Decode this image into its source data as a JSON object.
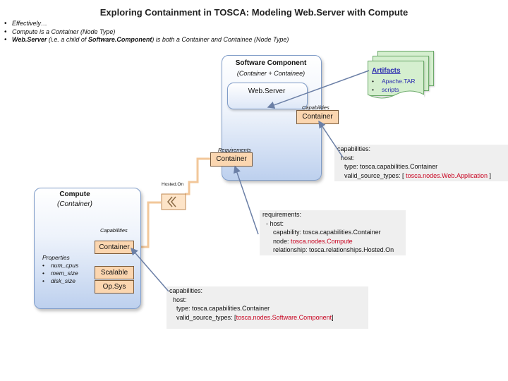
{
  "title": "Exploring Containment in TOSCA: Modeling Web.Server with Compute",
  "bullets": [
    {
      "plain": "Effectively…",
      "bold_italic": "",
      "rest": ""
    },
    {
      "plain": "Compute is a Container (Node Type)",
      "bold_italic": "",
      "rest": ""
    },
    {
      "plain": "",
      "bold_italic": "Web.Server",
      "rest": " (i.e. a child of ",
      "bold_italic2": "Software.Component",
      "rest2": ") is both a Container and Containee (Node Type)"
    }
  ],
  "software_component": {
    "title": "Software Component",
    "subtitle": "(Container + Containee)",
    "child": "Web.Server",
    "capabilities_label": "Capabilities",
    "capability": "Container",
    "requirements_label": "Requirements",
    "requirement": "Container"
  },
  "artifacts": {
    "title": "Artifacts",
    "items": [
      "Apache.TAR",
      "scripts"
    ]
  },
  "relationship_label": "Hosted.On",
  "compute": {
    "title": "Compute",
    "subtitle": "(Container)",
    "capabilities_label": "Capabilities",
    "capabilities": [
      "Container",
      "Scalable",
      "Op.Sys"
    ],
    "properties_label": "Properties",
    "properties": [
      "num_cpus",
      "mem_size",
      "disk_size"
    ]
  },
  "box_sw_capabilities": {
    "l1": "capabilities:",
    "l2": "  host:",
    "l3": "    type: tosca.capabilities.Container",
    "l4a": "    valid_source_types: [ ",
    "l4b": "tosca.nodes.Web.Application",
    "l4c": " ]"
  },
  "box_web_requirements": {
    "l1": "requirements:",
    "l2": "  - host:",
    "l3": "      capability: tosca.capabilities.Container",
    "l4a": "      node: ",
    "l4b": "tosca.nodes.Compute",
    "l5": "      relationship: tosca.relationships.Hosted.On"
  },
  "box_compute_capabilities": {
    "l1": "capabilities:",
    "l2": "  host:",
    "l3": "    type: tosca.capabilities.Container",
    "l4a": "    valid_source_types: [",
    "l4b": "tosca.nodes.Software.Component",
    "l4c": "]"
  },
  "colors": {
    "node_border": "#7f9cc8",
    "node_fill_bottom": "#bdd0ee",
    "capability_fill": "#fbd6b0",
    "artifact_fill": "#d5efcf",
    "artifact_text": "#2b2bb0",
    "connector": "#f2c79a",
    "highlight_red": "#c8001e"
  }
}
